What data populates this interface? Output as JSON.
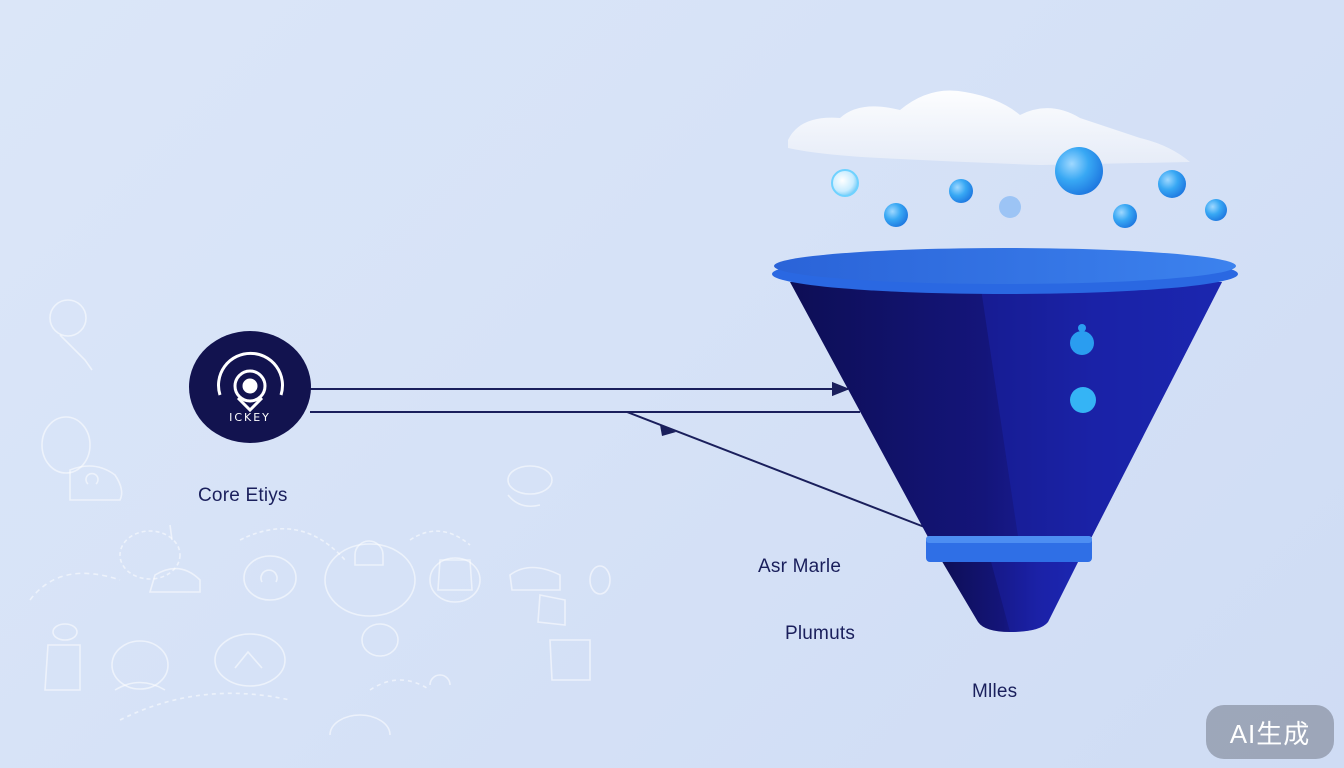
{
  "diagram": {
    "core": {
      "icon": "hub-icon",
      "icon_text": "ICKEY",
      "label": "Core Etiys"
    },
    "funnel_labels": [
      "Asr Marle",
      "Plumuts",
      "Mlles"
    ],
    "badge": "AI生成",
    "colors": {
      "funnel_dark": "#14157a",
      "funnel_rim": "#2f6fe6",
      "droplet": "#2a9df0",
      "arrow": "#1a1f5c",
      "background": "#d6e2f7"
    }
  }
}
